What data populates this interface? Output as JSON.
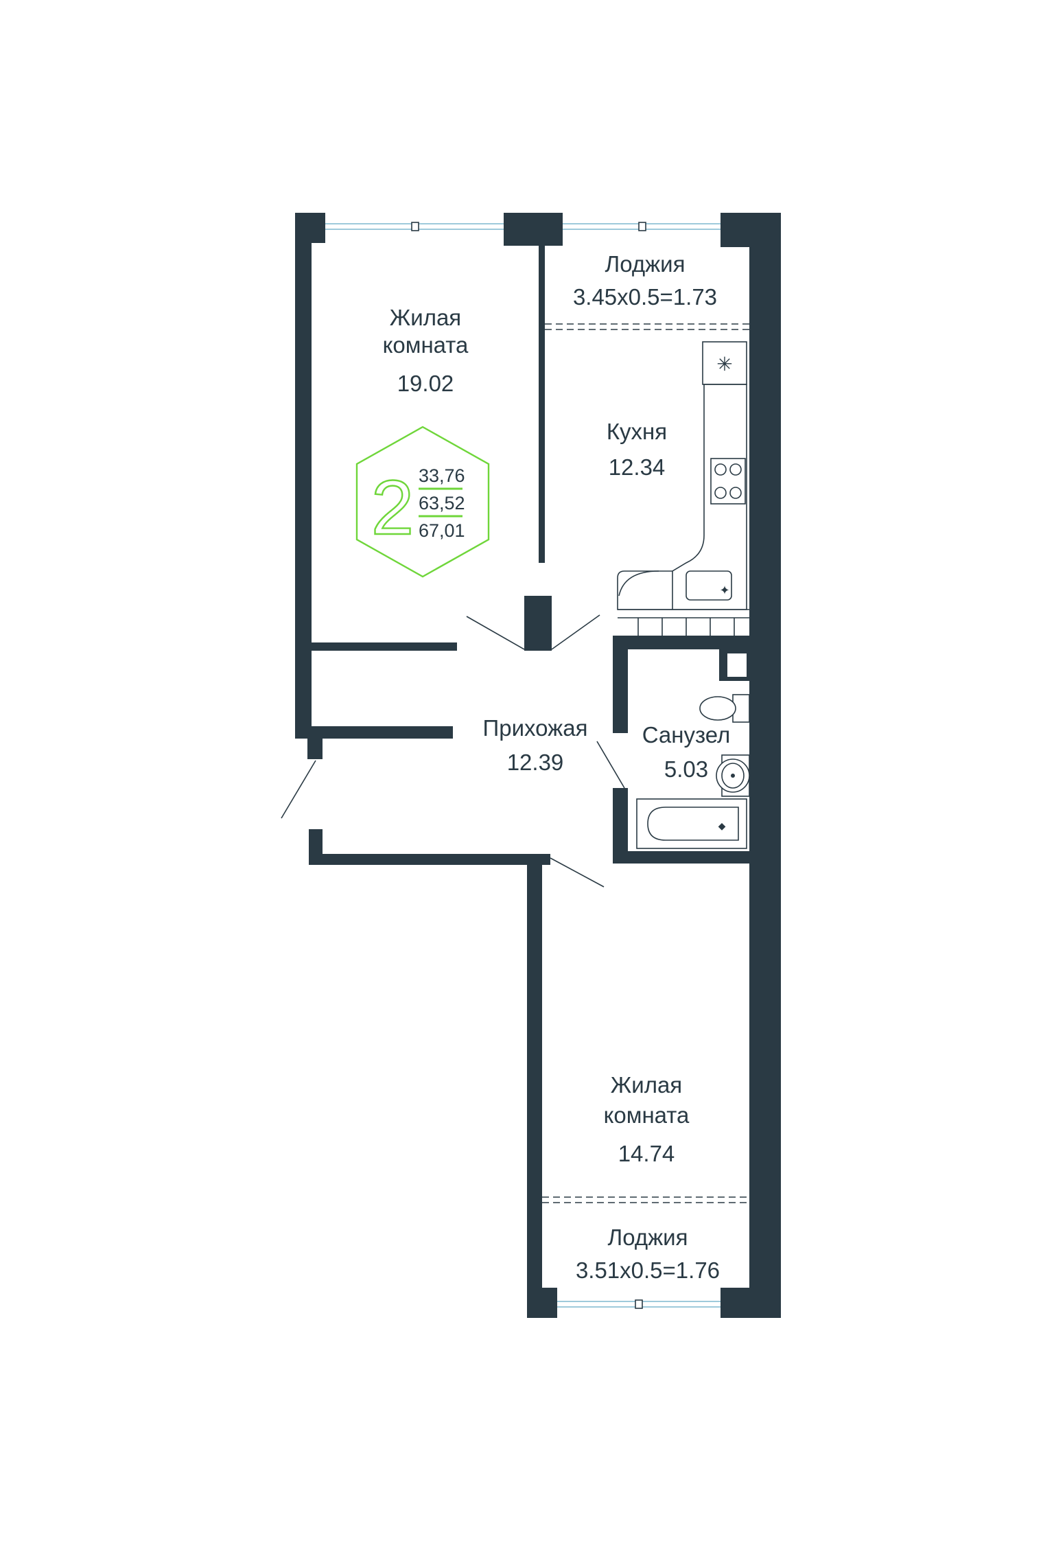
{
  "plan": {
    "rooms": [
      {
        "id": "living1",
        "name_line1": "Жилая",
        "name_line2": "комната",
        "area": "19.02"
      },
      {
        "id": "loggia1",
        "name_line1": "Лоджия",
        "area": "3.45x0.5=1.73"
      },
      {
        "id": "kitchen",
        "name_line1": "Кухня",
        "area": "12.34"
      },
      {
        "id": "hall",
        "name_line1": "Прихожая",
        "area": "12.39"
      },
      {
        "id": "bath",
        "name_line1": "Санузел",
        "area": "5.03"
      },
      {
        "id": "living2",
        "name_line1": "Жилая",
        "name_line2": "комната",
        "area": "14.74"
      },
      {
        "id": "loggia2",
        "name_line1": "Лоджия",
        "area": "3.51x0.5=1.76"
      }
    ],
    "badge": {
      "rooms_count": "2",
      "living_area": "33,76",
      "total_area": "63,52",
      "total_with_loggia": "67,01",
      "accent_color": "#6fd63a"
    },
    "colors": {
      "wall": "#2a3a44",
      "glass": "#7fb8cf"
    }
  }
}
